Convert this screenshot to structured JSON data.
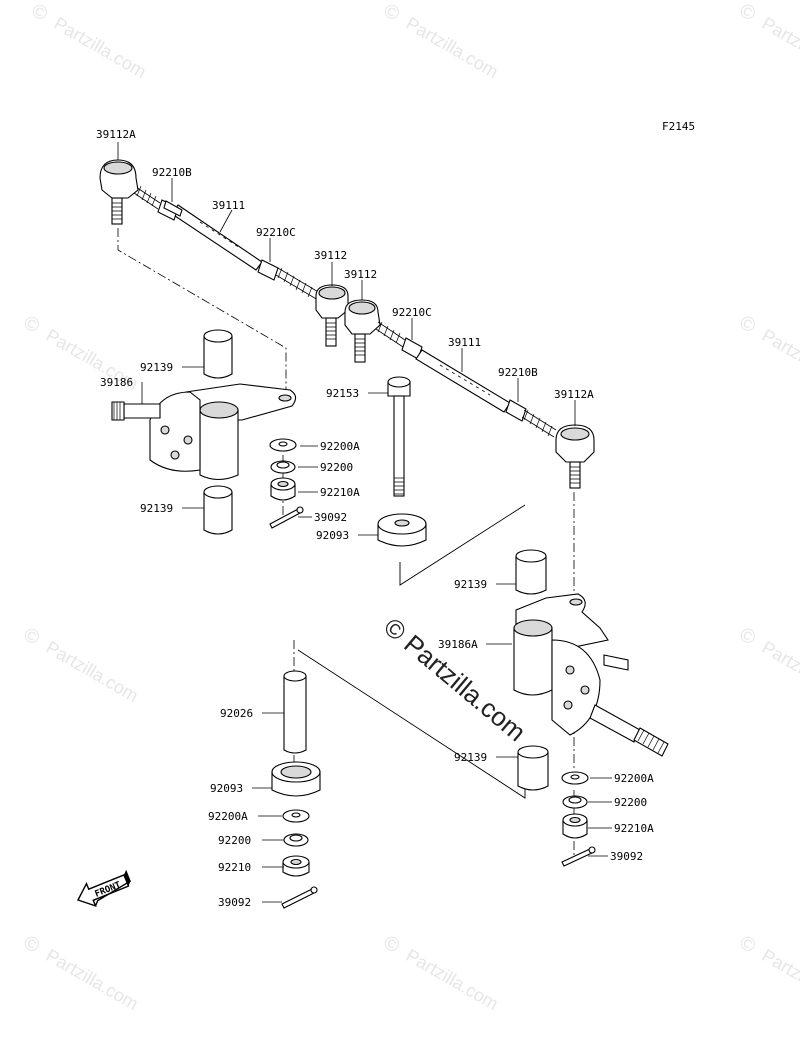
{
  "watermark": {
    "copyright_symbol": "©",
    "text": "Partzilla.com",
    "center_text": "© Partzilla.com"
  },
  "figure_code": "F2145",
  "front_arrow_label": "FRONT",
  "labels": {
    "tie_rod_end_left": "39112A",
    "locknut_left_outer": "92210B",
    "tie_rod_left": "39111",
    "locknut_left_inner": "92210C",
    "tie_rod_end_left_inner": "39112",
    "tie_rod_end_right_inner": "39112",
    "locknut_right_inner": "92210C",
    "tie_rod_right": "39111",
    "locknut_right_outer": "92210B",
    "tie_rod_end_right": "39112A",
    "bushing_left_top": "92139",
    "knuckle_left": "39186",
    "bolt": "92153",
    "washer_a_left": "92200A",
    "washer_left": "92200",
    "nut_a_left": "92210A",
    "bushing_left_bottom": "92139",
    "cotter_pin_left": "39092",
    "spacer_top": "92093",
    "bushing_right_top": "92139",
    "knuckle_right": "39186A",
    "collar": "92026",
    "bushing_right_bottom": "92139",
    "washer_a_right": "92200A",
    "spacer_bottom": "92093",
    "washer_right": "92200",
    "washer_a_bottom": "92200A",
    "nut_a_right": "92210A",
    "washer_bottom": "92200",
    "cotter_pin_right": "39092",
    "nut_bottom": "92210",
    "cotter_pin_bottom": "39092"
  }
}
